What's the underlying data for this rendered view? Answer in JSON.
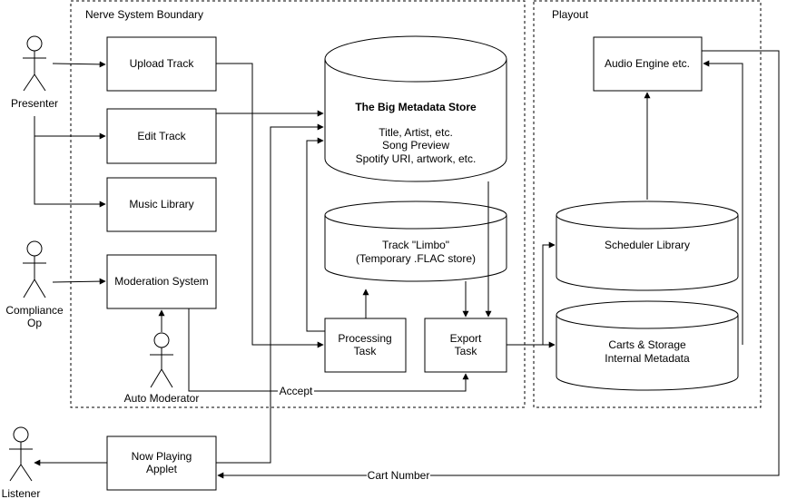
{
  "boundaries": {
    "nerve": "Nerve System Boundary",
    "playout": "Playout"
  },
  "actors": {
    "presenter": "Presenter",
    "compliance_line1": "Compliance",
    "compliance_line2": "Op",
    "auto_moderator": "Auto Moderator",
    "listener": "Listener"
  },
  "boxes": {
    "upload_track": "Upload Track",
    "edit_track": "Edit Track",
    "music_library": "Music Library",
    "moderation_system": "Moderation System",
    "processing_task_line1": "Processing",
    "processing_task_line2": "Task",
    "export_task_line1": "Export",
    "export_task_line2": "Task",
    "now_playing_line1": "Now Playing",
    "now_playing_line2": "Applet",
    "audio_engine": "Audio Engine etc."
  },
  "stores": {
    "metadata_title": "The Big Metadata Store",
    "metadata_line1": "Title, Artist, etc.",
    "metadata_line2": "Song Preview",
    "metadata_line3": "Spotify URI, artwork, etc.",
    "limbo_line1": "Track \"Limbo\"",
    "limbo_line2": "(Temporary .FLAC store)",
    "scheduler": "Scheduler Library",
    "carts_line1": "Carts & Storage",
    "carts_line2": "Internal Metadata"
  },
  "edge_labels": {
    "accept": "Accept",
    "cart_number": "Cart Number"
  }
}
